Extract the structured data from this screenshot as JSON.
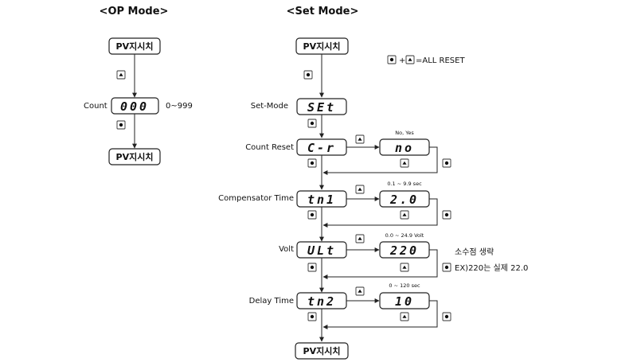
{
  "op_mode": {
    "title": "<OP Mode>",
    "pv_top": "PV지시치",
    "count_label": "Count",
    "count_display": "000",
    "count_range": "0~999",
    "pv_bottom": "PV지시치"
  },
  "set_mode": {
    "title": "<Set Mode>",
    "pv_top": "PV지시치",
    "all_reset": "=ALL RESET",
    "set_mode_label": "Set-Mode",
    "set_display": "SEt",
    "count_reset_label": "Count Reset",
    "count_reset_display": "C-r",
    "count_reset_value": "no",
    "count_reset_range": "No, Yes",
    "comp_time_label": "Compensator Time",
    "comp_time_display": "tn1",
    "comp_time_value": "2.0",
    "comp_time_range": "0.1 ~ 9.9 sec",
    "volt_label": "Volt",
    "volt_display": "ULt",
    "volt_value": "220",
    "volt_range": "0.0 ~ 24.9 Volt",
    "volt_note_1": "소수점 생략",
    "volt_note_2": "EX)220는 실제 22.0",
    "delay_label": "Delay Time",
    "delay_display": "tn2",
    "delay_value": "10",
    "delay_range": "0 ~ 120 sec",
    "pv_bottom": "PV지시치"
  },
  "icons": {
    "set_key": "set-key-icon",
    "up_key": "up-key-icon"
  }
}
